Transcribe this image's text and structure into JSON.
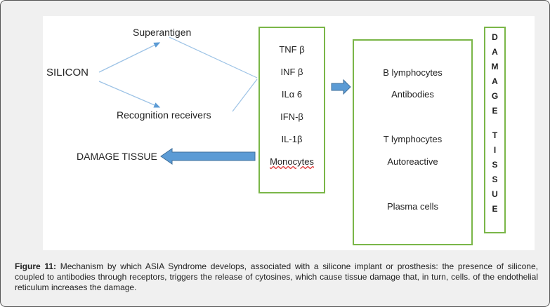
{
  "diagram": {
    "source": "SILICON",
    "upper": "Superantigen",
    "lower": "Recognition receivers",
    "output": "DAMAGE TISSUE",
    "cytokines": [
      "TNF β",
      "INF β",
      "ILα 6",
      "IFN-β",
      "IL-1β",
      "Monocytes"
    ],
    "cells": [
      "B lymphocytes",
      "Antibodies",
      "T lymphocytes",
      "Autoreactive",
      "Plasma cells"
    ],
    "side_label": [
      "D",
      "A",
      "M",
      "A",
      "G",
      "E",
      "",
      "T",
      "I",
      "S",
      "S",
      "U",
      "E"
    ],
    "colors": {
      "box_border": "#7ab648",
      "arrow": "#5b9bd5",
      "line": "#9dc3e6"
    }
  },
  "caption": {
    "label": "Figure 11:",
    "text": "Mechanism by which ASIA Syndrome develops, associated with a silicone implant or prosthesis: the presence of silicone, coupled to antibodies through receptors, triggers the release of cytosines, which cause tissue damage that, in turn, cells. of the endothelial reticulum increases the damage."
  }
}
